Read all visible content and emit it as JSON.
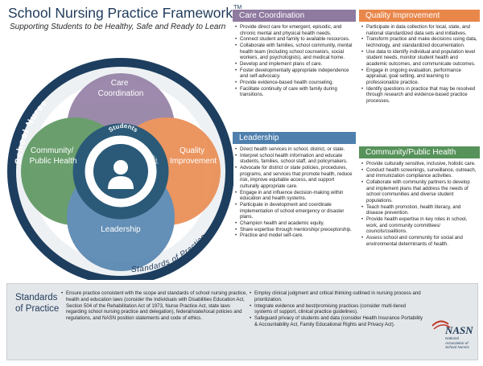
{
  "header": {
    "title": "School Nursing Practice Framework",
    "tm": "TM",
    "subtitle": "Supporting Students to be Healthy, Safe and Ready to Learn"
  },
  "diagram": {
    "outer_label": "School Nurse",
    "standards_label": "Standards of Practice",
    "care_label": [
      "Care",
      "Coordination"
    ],
    "quality_label": [
      "Quality",
      "Improvement"
    ],
    "community_label": [
      "Community/",
      "Public Health"
    ],
    "leadership_label": "Leadership",
    "ring_label": "Family and School Community",
    "students_label": "Students",
    "colors": {
      "outer_ring": "#1d3e5e",
      "standards_ring": "#eef1f4",
      "care": "#8f7aa0",
      "quality": "#e9874b",
      "community": "#56925a",
      "leadership": "#4f80ad",
      "family_ring": "#2a5a78",
      "students": "#2a5a78"
    },
    "icons": [
      "person-icon"
    ]
  },
  "care_coordination": {
    "title": "Care Coordination",
    "items": [
      "Provide direct care for emergent, episodic, and chronic mental and physical health needs.",
      "Connect student and family to available resources.",
      "Collaborate with families, school community, mental health team (including school counselors, social workers, and psychologists), and medical home.",
      "Develop and implement plans of care.",
      "Foster developmentally appropriate independence and self-advocacy.",
      "Provide evidence-based health counseling.",
      "Facilitate continuity of care with family during transitions."
    ]
  },
  "quality_improvement": {
    "title": "Quality Improvement",
    "items": [
      "Participate in data collection for local, state, and national standardized data sets and initiatives.",
      "Transform practice and make decisions using data, technology, and standardized documentation.",
      "Use data to identify individual and population level student needs, monitor student health and academic outcomes, and communicate outcomes.",
      "Engage in ongoing evaluation, performance appraisal, goal setting, and learning to professionalize practice.",
      "Identify questions in practice that may be resolved through research and evidence-based practice processes."
    ]
  },
  "leadership": {
    "title": "Leadership",
    "items": [
      "Direct health services in school, district, or state.",
      "Interpret school health information and educate students, families, school staff, and policymakers.",
      "Advocate for district or state policies, procedures, programs, and services that promote health, reduce risk, improve equitable access, and support culturally appropriate care.",
      "Engage in and influence decision-making within education and health systems.",
      "Participate in development and coordinate implementation of school emergency or disaster plans.",
      "Champion health and academic equity.",
      "Share expertise through mentorship/ preceptorship.",
      "Practice and model self-care."
    ]
  },
  "community_public_health": {
    "title": "Community/Public Health",
    "items": [
      "Provide culturally sensitive, inclusive, holistic care.",
      "Conduct health screenings, surveillance, outreach, and immunization compliance activities.",
      "Collaborate with community partners to develop and implement plans that address the needs of school communities and diverse student populations.",
      "Teach health promotion, health literacy, and disease prevention.",
      "Provide health expertise in key roles in school, work, and community committees/ councils/coalitions.",
      "Assess school and community for social and environmental determinants of health."
    ]
  },
  "standards": {
    "title": [
      "Standards",
      "of Practice"
    ],
    "left_items": [
      "Ensure practice consistent with the scope and standards of school nursing practice, health and education laws (consider the Individuals with Disabilities Education Act, Section 504 of the Rehabilitation Act of 1973, Nurse Practice Act, state laws regarding school nursing practice and delegation), federal/state/local policies and regulations, and NASN position statements and code of ethics."
    ],
    "right_items": [
      "Employ clinical judgment and critical thinking outlined in nursing process and prioritization.",
      "Integrate evidence and best/promising practices (consider multi-tiered systems of support, clinical practice guidelines).",
      "Safeguard privacy of students and data (consider Health Insurance Portability & Accountability Act, Family Educational Rights and Privacy Act)."
    ]
  },
  "logo": {
    "abbrev": "NASN",
    "name": [
      "National",
      "Association of",
      "School Nurses"
    ],
    "icons": [
      "nasn-logo-icon"
    ]
  }
}
